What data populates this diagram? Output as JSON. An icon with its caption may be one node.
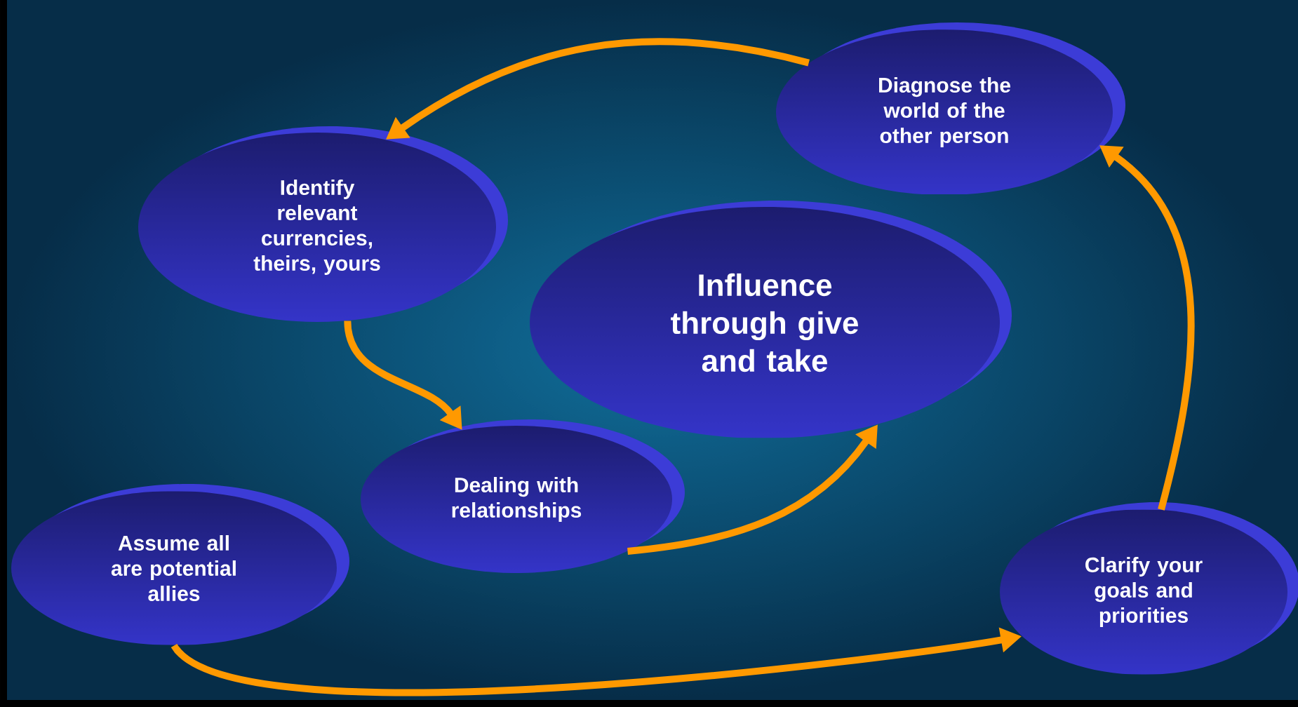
{
  "diagram": {
    "nodes": [
      {
        "text": [
          "Diagnose the world of the other person"
        ]
      },
      {
        "text": [
          "Identify relevant currencies, theirs, yours"
        ]
      },
      {
        "text": [
          "Influence through give and take"
        ]
      },
      {
        "text": [
          "Dealing with relationships"
        ]
      },
      {
        "text": [
          "Assume all are potential allies"
        ]
      },
      {
        "text": [
          "Clarify your goals and priorities"
        ]
      }
    ],
    "edges": [
      {
        "from": 0,
        "to": 1,
        "arrow": "to"
      },
      {
        "from": 1,
        "to": 3,
        "arrow": "to"
      },
      {
        "from": 3,
        "to": 2,
        "arrow": "to"
      },
      {
        "from": 4,
        "to": 5,
        "arrow": "to"
      },
      {
        "from": 5,
        "to": 0,
        "arrow": "to"
      }
    ]
  }
}
